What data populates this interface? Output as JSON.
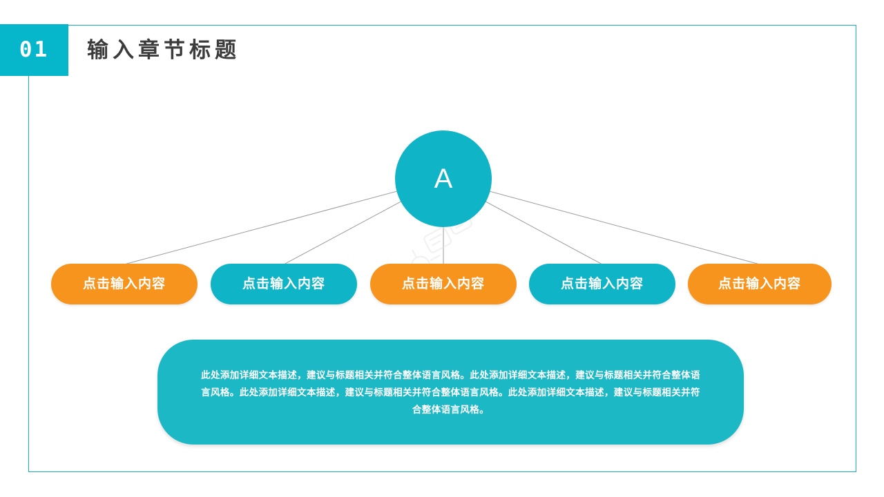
{
  "slide": {
    "background_color": "#ffffff",
    "frame_color": "#18AFC4",
    "accent_teal": "#0FB4C6",
    "accent_orange": "#F7941E",
    "title_color": "#3b3b3b"
  },
  "header": {
    "badge_number": "01",
    "badge_color": "#06B6CA",
    "title": "输入章节标题"
  },
  "diagram": {
    "center_node": {
      "label": "A",
      "color": "#0FB4C6"
    },
    "nodes": [
      {
        "label": "点击输入内容",
        "color": "#F7941E",
        "style": "orange"
      },
      {
        "label": "点击输入内容",
        "color": "#0FB4C6",
        "style": "teal"
      },
      {
        "label": "点击输入内容",
        "color": "#F7941E",
        "style": "orange"
      },
      {
        "label": "点击输入内容",
        "color": "#0FB4C6",
        "style": "teal"
      },
      {
        "label": "点击输入内容",
        "color": "#F7941E",
        "style": "orange"
      }
    ],
    "connector_color": "#9a9a9a"
  },
  "description": {
    "text": "此处添加详细文本描述，建议与标题相关并符合整体语言风格。此处添加详细文本描述，建议与标题相关并符合整体语言风格。此处添加详细文本描述，建议与标题相关并符合整体语言风格。此处添加详细文本描述，建议与标题相关并符合整体语言风格。",
    "color": "#1CB8C6"
  },
  "watermark": {
    "text": "PPT旅游网"
  }
}
